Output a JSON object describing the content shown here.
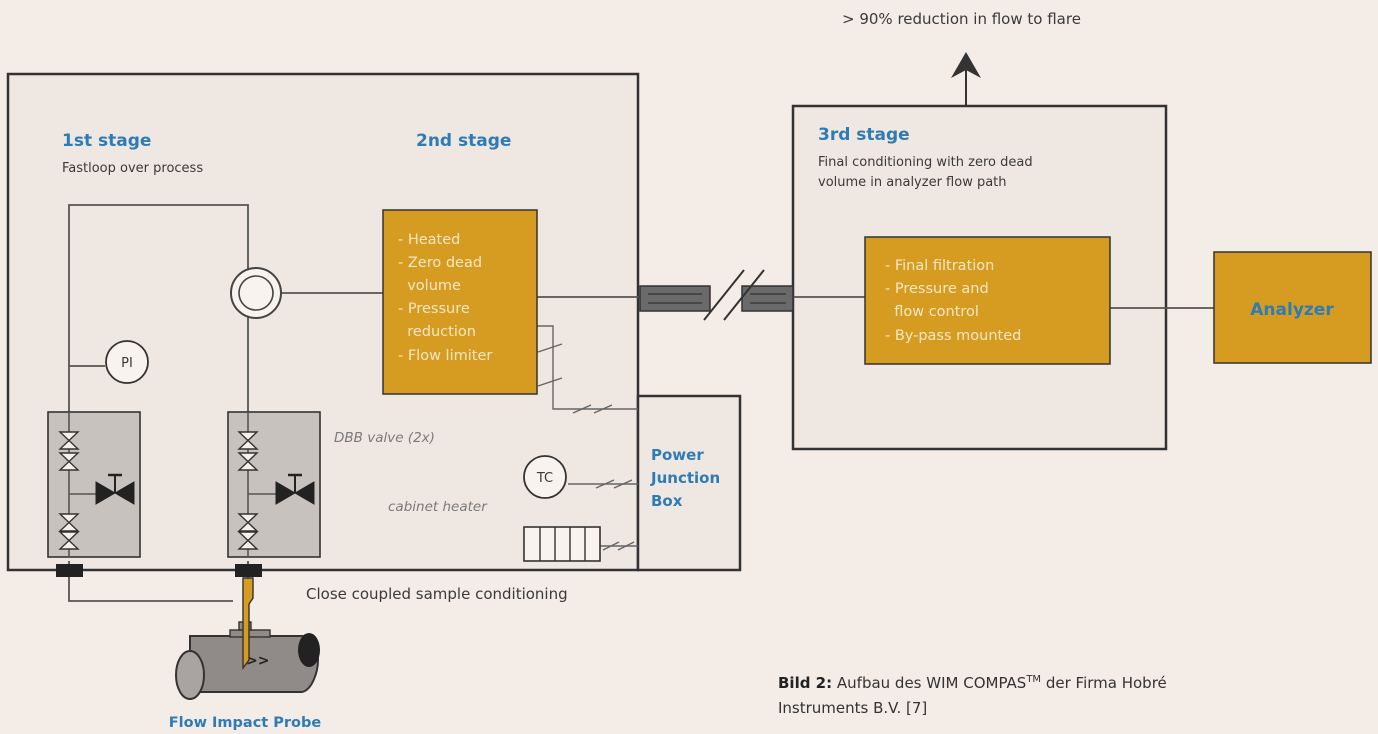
{
  "top_annotation": "> 90% reduction in flow to flare",
  "stage1": {
    "title": "1st stage",
    "subtitle": "Fastloop over process"
  },
  "stage2": {
    "title": "2nd stage",
    "features": [
      "- Heated",
      "- Zero dead",
      "  volume",
      "- Pressure",
      "  reduction",
      "- Flow limiter"
    ]
  },
  "stage3": {
    "title": "3rd stage",
    "subtitle_lines": [
      "Final conditioning with zero dead",
      "volume in analyzer flow path"
    ],
    "features": [
      "- Final filtration",
      "- Pressure and",
      "  flow control",
      "- By-pass mounted"
    ]
  },
  "analyzer_label": "Analyzer",
  "pi_label": "PI",
  "tc_label": "TC",
  "dbb_label": "DBB valve (2x)",
  "heater_label": "cabinet heater",
  "junction_lines": [
    "Power",
    "Junction",
    "Box"
  ],
  "cabinet_label": "Close coupled sample conditioning",
  "probe_label": "Flow Impact Probe",
  "caption": {
    "bold": "Bild 2:",
    "text1": " Aufbau des WIM COMPAS",
    "sup": "TM",
    "text2": " der Firma Hobré",
    "line2": "Instruments B.V. [7]"
  },
  "colors": {
    "background": "#f4ece7",
    "panel": "#efe7e2",
    "box": "#d59c21",
    "accent": "#2f7cb4",
    "line": "#333333"
  }
}
